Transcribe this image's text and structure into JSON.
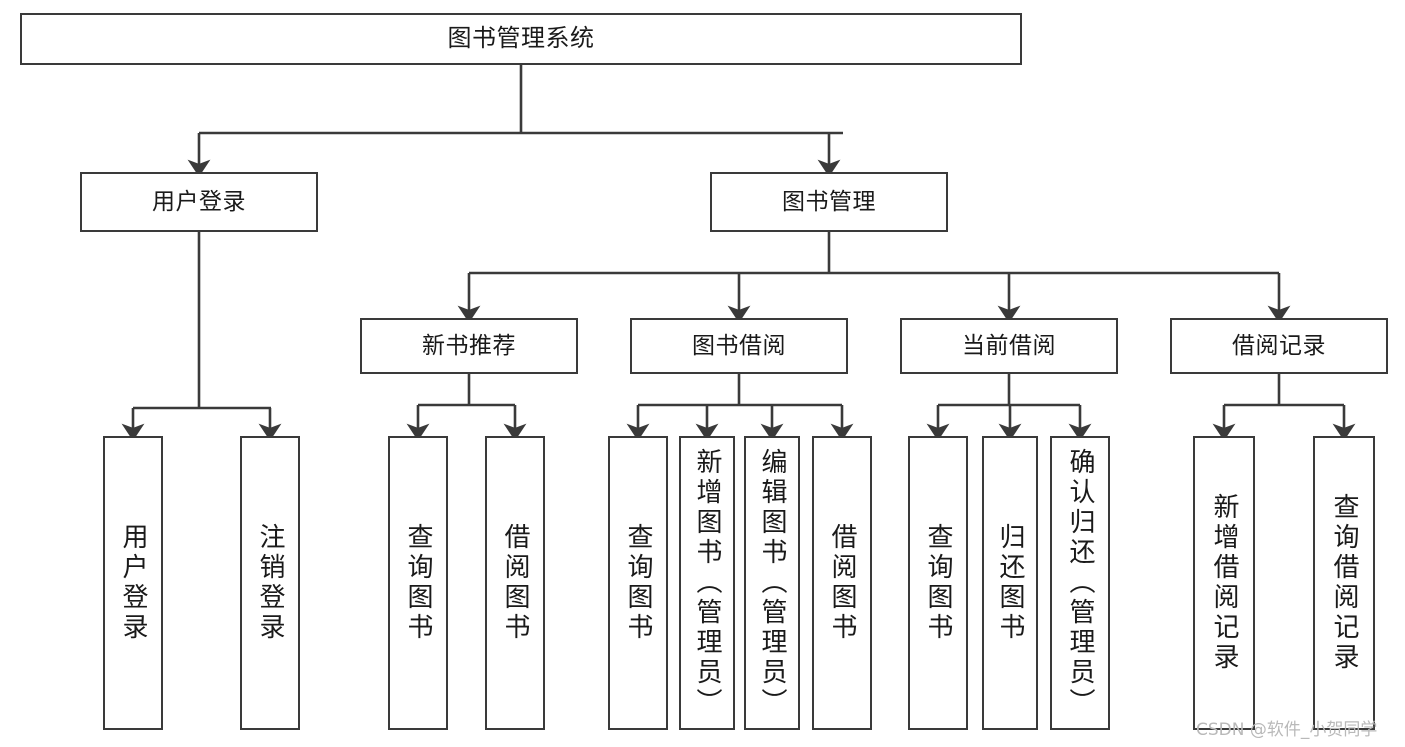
{
  "diagram": {
    "title": "图书管理系统",
    "type": "功能结构图",
    "colors": {
      "node_border": "#3a3a3a",
      "node_fill": "#ffffff",
      "edge": "#3a3a3a",
      "text": "#1a1a1a",
      "watermark": "#b9b9b9",
      "background": "#ffffff"
    },
    "root": {
      "label": "图书管理系统"
    },
    "level1": [
      {
        "label": "用户登录"
      },
      {
        "label": "图书管理"
      }
    ],
    "level2": [
      {
        "label": "新书推荐"
      },
      {
        "label": "图书借阅"
      },
      {
        "label": "当前借阅"
      },
      {
        "label": "借阅记录"
      }
    ],
    "leaves": {
      "user_login": [
        {
          "label": "用户登录"
        },
        {
          "label": "注销登录"
        }
      ],
      "new_book_recommend": [
        {
          "label": "查询图书"
        },
        {
          "label": "借阅图书"
        }
      ],
      "book_borrow": [
        {
          "label": "查询图书"
        },
        {
          "label": "新增图书（管理员）"
        },
        {
          "label": "编辑图书（管理员）"
        },
        {
          "label": "借阅图书"
        }
      ],
      "current_borrow": [
        {
          "label": "查询图书"
        },
        {
          "label": "归还图书"
        },
        {
          "label": "确认归还（管理员）"
        }
      ],
      "borrow_record": [
        {
          "label": "新增借阅记录"
        },
        {
          "label": "查询借阅记录"
        }
      ]
    }
  },
  "watermark": {
    "text": "CSDN @软件_小贺同学"
  }
}
